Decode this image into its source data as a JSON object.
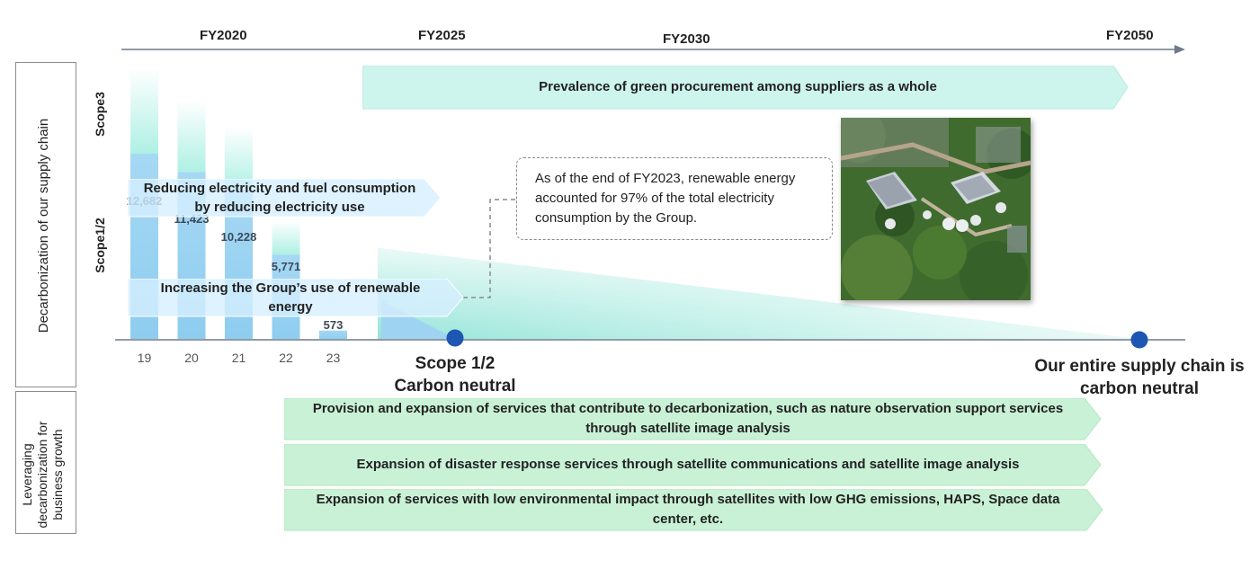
{
  "timeline": {
    "years": [
      "FY2020",
      "FY2025",
      "FY2030",
      "FY2050"
    ]
  },
  "sections": {
    "supply_chain": "Decarbonization of our supply chain",
    "business_growth": "Leveraging decarbonization for business growth",
    "scope3": "Scope3",
    "scope12": "Scope1/2"
  },
  "chart_data": {
    "type": "bar",
    "categories": [
      "19",
      "20",
      "21",
      "22",
      "23"
    ],
    "values": [
      12682,
      11423,
      10228,
      5771,
      573
    ],
    "value_labels": [
      "12,682",
      "11,423",
      "10,228",
      "5,771",
      "573"
    ]
  },
  "arrows": {
    "green_procurement": "Prevalence of green procurement among suppliers as a whole",
    "reducing_electricity": "Reducing electricity and fuel consumption by reducing electricity use",
    "renewable": "Increasing the Group’s use of renewable energy"
  },
  "callout": "As of the end of FY2023, renewable energy accounted for 97% of the total electricity consumption by the Group.",
  "milestones": {
    "scope12_neutral": "Scope 1/2 Carbon neutral",
    "supply_chain_neutral": "Our entire supply chain is carbon neutral"
  },
  "growth_items": [
    "Provision and expansion of services that contribute to decarbonization, such as nature observation support services through satellite image analysis",
    "Expansion of disaster response services through satellite communications and satellite image analysis",
    "Expansion of services with low environmental impact through satellites with low GHG emissions, HAPS, Space data center, etc."
  ],
  "colors": {
    "teal_arrow": "#c9f3ec",
    "green_arrow": "#c9f1d6",
    "bar_blue": "#9fd3f2",
    "dot_blue": "#1d56b3"
  }
}
